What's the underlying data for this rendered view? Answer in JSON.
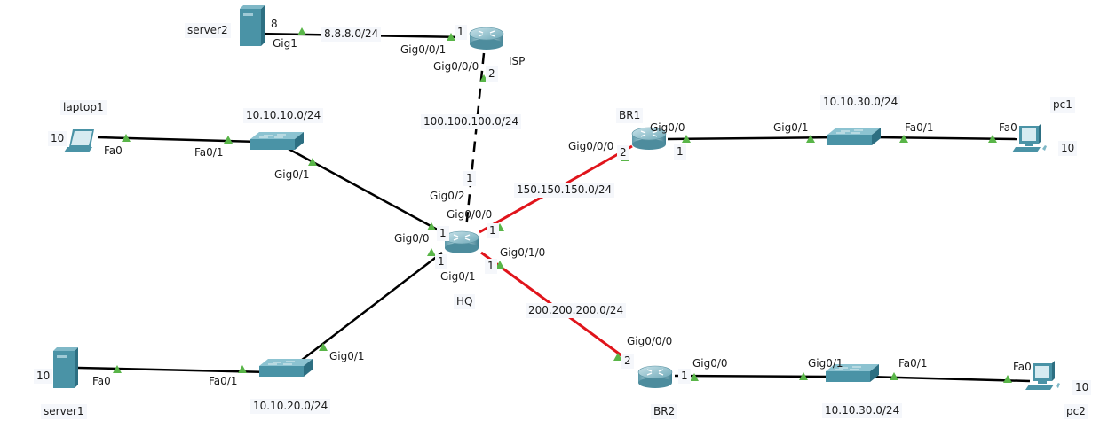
{
  "colors": {
    "link_ethernet": "#000000",
    "link_serial": "#e0141b",
    "port_up": "#59b548",
    "device_teal": "#3f8ea0"
  },
  "devices": {
    "server2": {
      "name": "server2",
      "type": "server",
      "badge": "8"
    },
    "isp": {
      "name": "ISP",
      "type": "router"
    },
    "laptop1": {
      "name": "laptop1",
      "type": "laptop",
      "badge": "10"
    },
    "sw1": {
      "name": "10.10.10.0/24",
      "type": "switch"
    },
    "hq": {
      "name": "HQ",
      "type": "router"
    },
    "br1": {
      "name": "BR1",
      "type": "router"
    },
    "sw3": {
      "name": "10.10.30.0/24",
      "type": "switch"
    },
    "pc1": {
      "name": "pc1",
      "type": "pc",
      "badge": "10"
    },
    "server1": {
      "name": "server1",
      "type": "server",
      "badge": "10"
    },
    "sw2": {
      "name": "10.10.20.0/24",
      "type": "switch"
    },
    "br2": {
      "name": "BR2",
      "type": "router"
    },
    "sw4": {
      "name": "10.10.30.0/24",
      "type": "switch"
    },
    "pc2": {
      "name": "pc2",
      "type": "pc",
      "badge": "10"
    }
  },
  "networks": {
    "isp_server": "8.8.8.0/24",
    "isp_hq": "100.100.100.0/24",
    "hq_br1": "150.150.150.0/24",
    "hq_br2": "200.200.200.0/24"
  },
  "ports": {
    "server2_gig1": "Gig1",
    "isp_gig001": "Gig0/0/1",
    "isp_gig001_num": "1",
    "isp_gig000": "Gig0/0/0",
    "isp_gig000_num": "2",
    "laptop_fa0": "Fa0",
    "sw1_fa01": "Fa0/1",
    "sw1_gig01": "Gig0/1",
    "hq_gig02": "Gig0/2",
    "hq_gig02_num": "1",
    "hq_gig000": "Gig0/0/0",
    "hq_gig000_num": "1",
    "hq_gig00": "Gig0/0",
    "hq_gig00_num": "1",
    "hq_gig01": "Gig0/1",
    "hq_gig01_num": "1",
    "hq_gig010": "Gig0/1/0",
    "hq_gig010_num": "1",
    "br1_gig000": "Gig0/0/0",
    "br1_gig000_num": "2",
    "br1_gig00": "Gig0/0",
    "br1_gig00_num": "1",
    "sw3_gig01": "Gig0/1",
    "sw3_fa01": "Fa0/1",
    "pc1_fa0": "Fa0",
    "server1_fa0": "Fa0",
    "sw2_fa01": "Fa0/1",
    "sw2_gig01": "Gig0/1",
    "br2_gig000": "Gig0/0/0",
    "br2_gig000_num": "2",
    "br2_gig00": "Gig0/0",
    "br2_gig00_num": "1",
    "sw4_gig01": "Gig0/1",
    "sw4_fa01": "Fa0/1",
    "pc2_fa0": "Fa0"
  }
}
